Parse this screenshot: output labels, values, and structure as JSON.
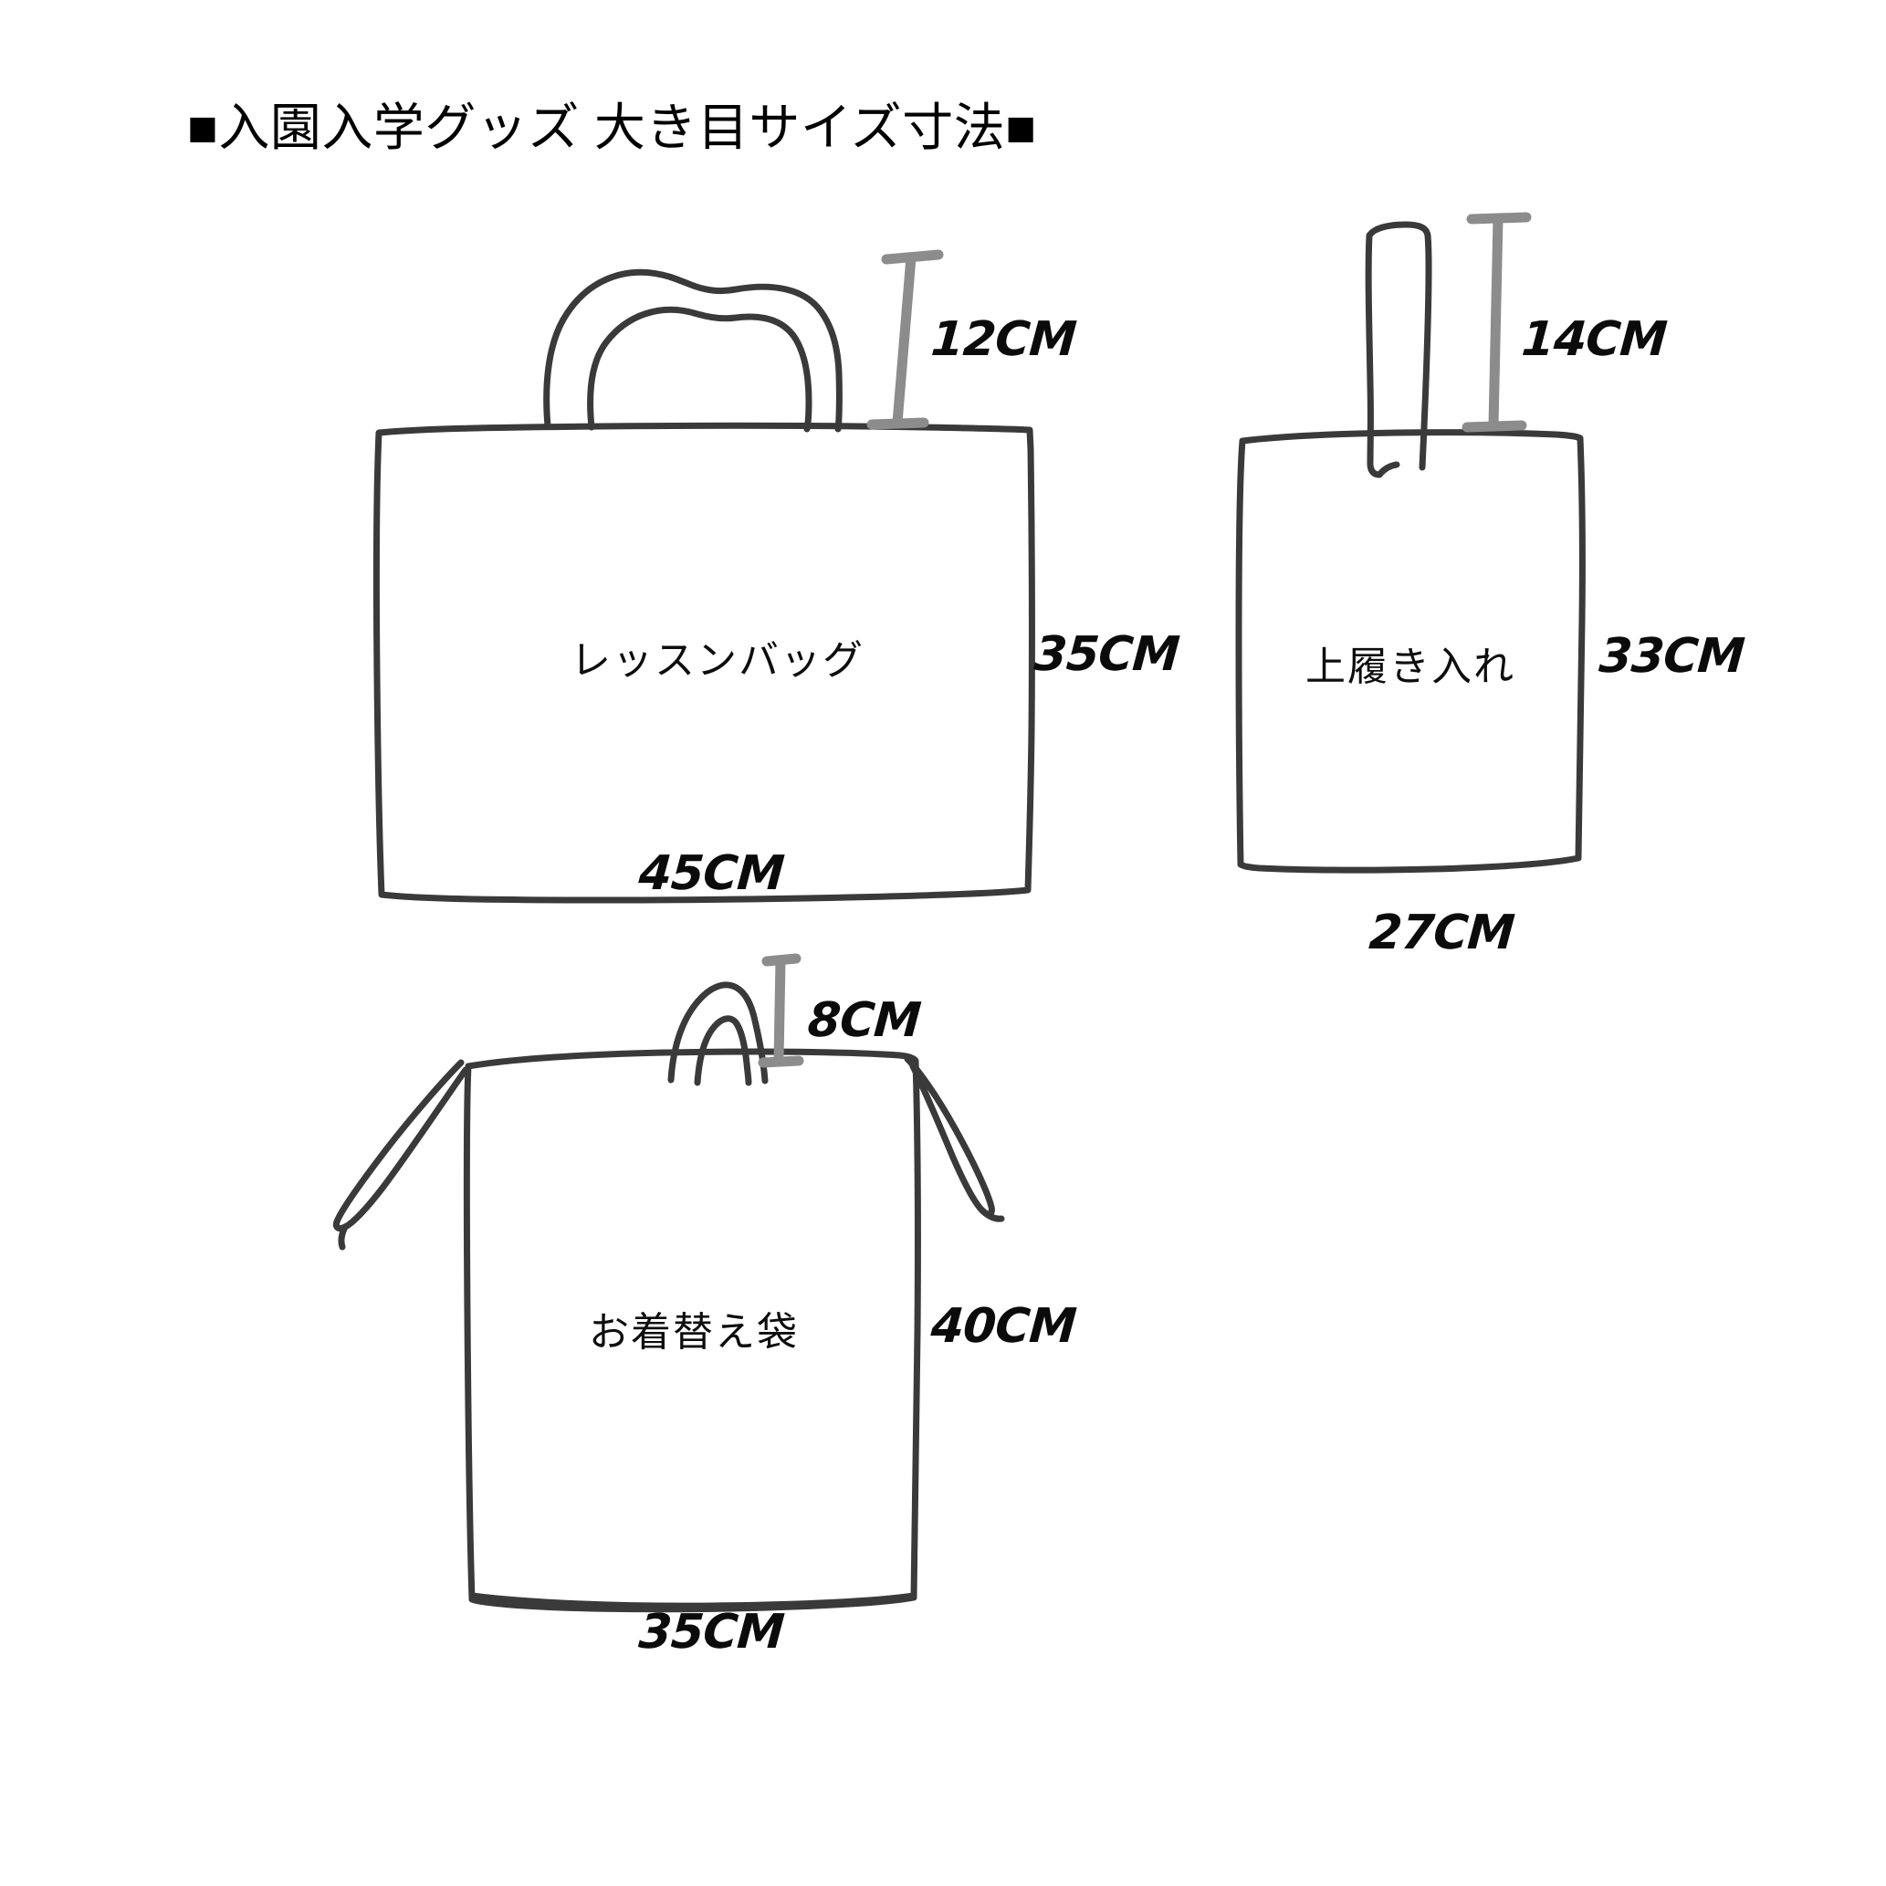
{
  "page": {
    "title": "■入園入学グッズ 大き目サイズ寸法■",
    "background_color": "#ffffff",
    "ink_color": "#3a3a3a",
    "dimension_marker_color": "#8c8c8c",
    "text_color": "#0b0b0b"
  },
  "items": [
    {
      "id": "lesson-bag",
      "label": "レッスンバッグ",
      "handle_height": "12CM",
      "height": "35CM",
      "width": "45CM"
    },
    {
      "id": "shoe-bag",
      "label": "上履き入れ",
      "handle_height": "14CM",
      "height": "33CM",
      "width": "27CM"
    },
    {
      "id": "clothes-bag",
      "label": "お着替え袋",
      "handle_height": "8CM",
      "height": "40CM",
      "width": "35CM"
    }
  ]
}
